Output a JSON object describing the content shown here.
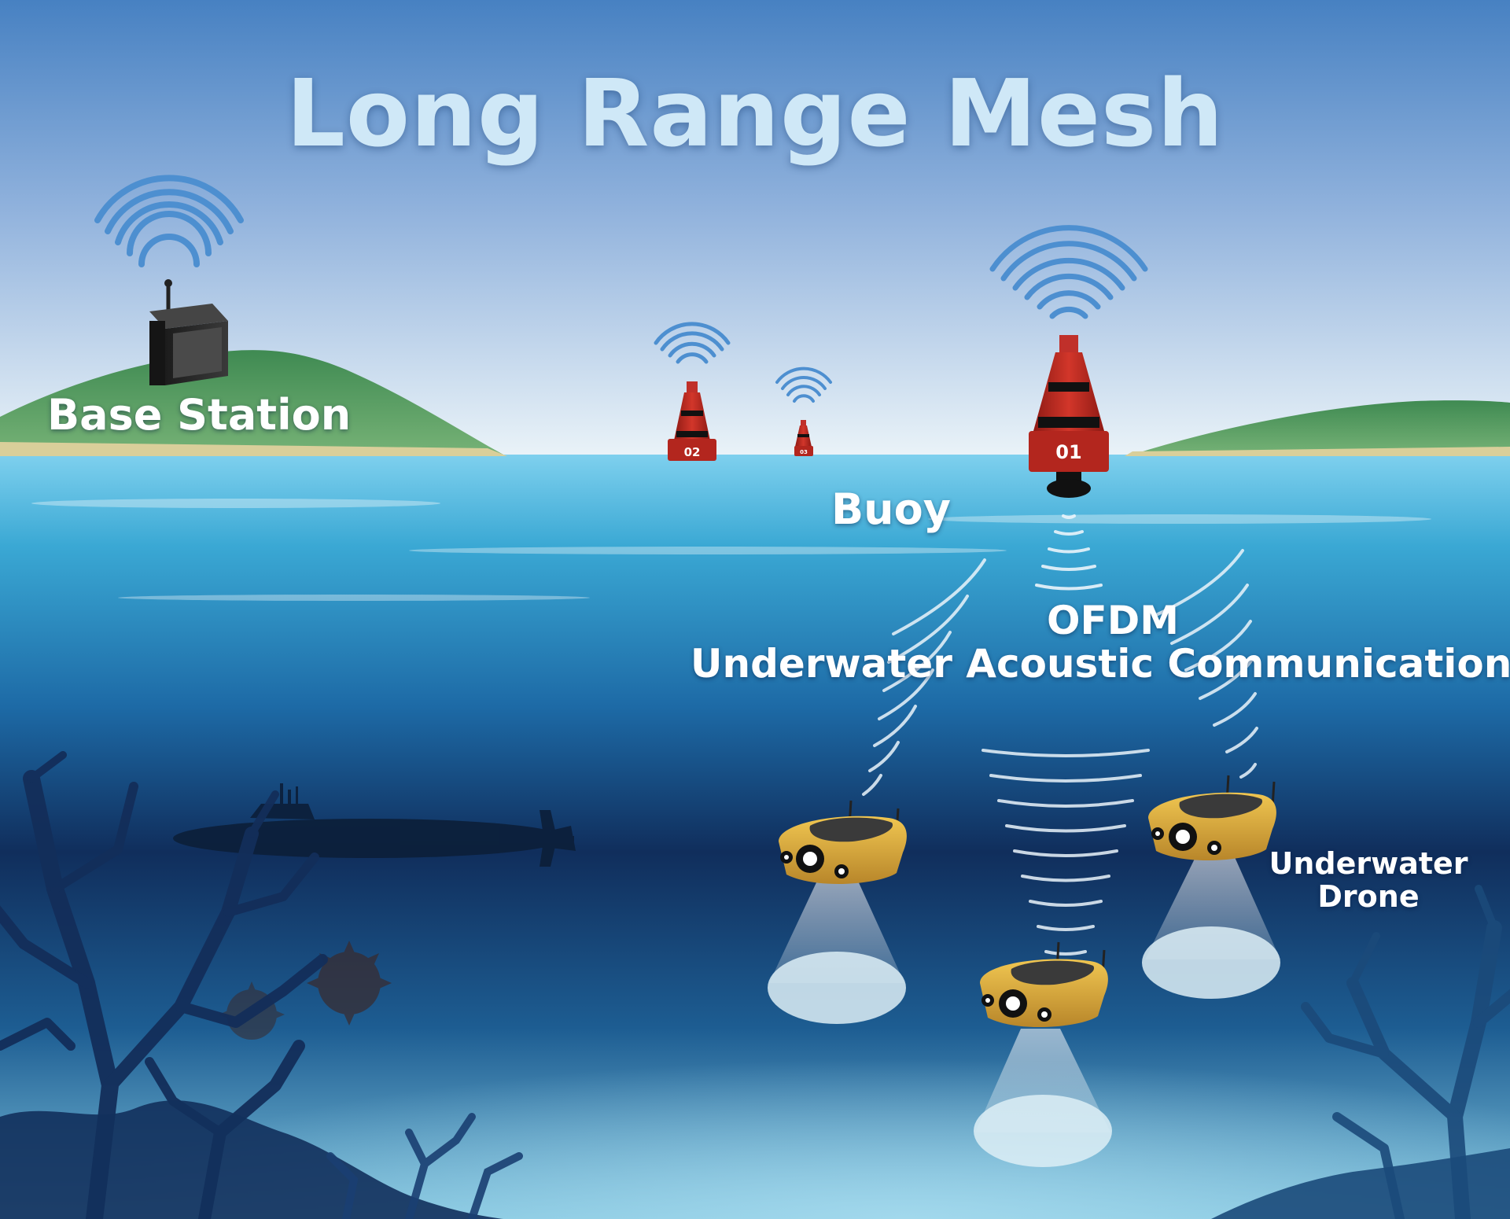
{
  "title": "Long Range Mesh",
  "labels": {
    "base_station": "Base Station",
    "buoy": "Buoy",
    "comm_line1": "OFDM",
    "comm_line2": "Underwater Acoustic Communications",
    "drone_line1": "Underwater",
    "drone_line2": "Drone"
  },
  "buoys": [
    {
      "tag": "01"
    },
    {
      "tag": "02"
    },
    {
      "tag": "03"
    }
  ],
  "colors": {
    "sky_top": "#4a86c5",
    "sky_horizon": "#e7f1f7",
    "sea_surface": "#6cc6e6",
    "sea_deep": "#0f2c55",
    "hill": "#4f9a5f",
    "buoy_red": "#b3261e",
    "drone_yellow": "#e2b23e",
    "signal_blue": "#4d8fd0",
    "acoustic_white": "#eaf4fb"
  }
}
